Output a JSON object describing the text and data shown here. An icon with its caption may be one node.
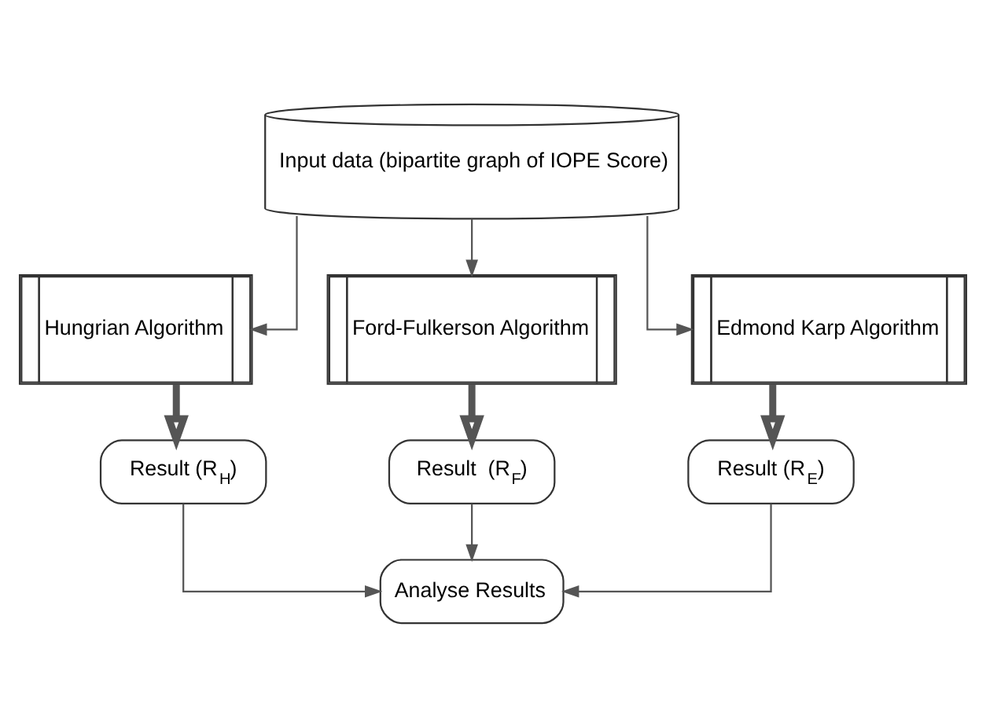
{
  "diagram": {
    "nodes": [
      {
        "text": [
          "Input data (bipartite graph of IOPE Score)"
        ]
      },
      {
        "text": [
          "Hungrian Algorithm"
        ]
      },
      {
        "text": [
          "Ford-Fulkerson Algorithm"
        ]
      },
      {
        "text": [
          "Edmond Karp Algorithm"
        ]
      },
      {
        "text": [
          "Result (R$_{H}$)"
        ]
      },
      {
        "text": [
          "Result  (R$_{F}$)"
        ]
      },
      {
        "text": [
          "Result (R$_{E}$)"
        ]
      },
      {
        "text": [
          "Analyse Results"
        ]
      }
    ],
    "edges": [
      {
        "from": 0,
        "to": 1,
        "arrow": "to"
      },
      {
        "from": 0,
        "to": 2,
        "arrow": "to"
      },
      {
        "from": 0,
        "to": 3,
        "arrow": "to"
      },
      {
        "from": 1,
        "to": 4,
        "arrow": "to",
        "style": "thick"
      },
      {
        "from": 2,
        "to": 5,
        "arrow": "to",
        "style": "thick"
      },
      {
        "from": 3,
        "to": 6,
        "arrow": "to",
        "style": "thick"
      },
      {
        "from": 4,
        "to": 7,
        "arrow": "to"
      },
      {
        "from": 5,
        "to": 7,
        "arrow": "to"
      },
      {
        "from": 6,
        "to": 7,
        "arrow": "to"
      }
    ]
  }
}
